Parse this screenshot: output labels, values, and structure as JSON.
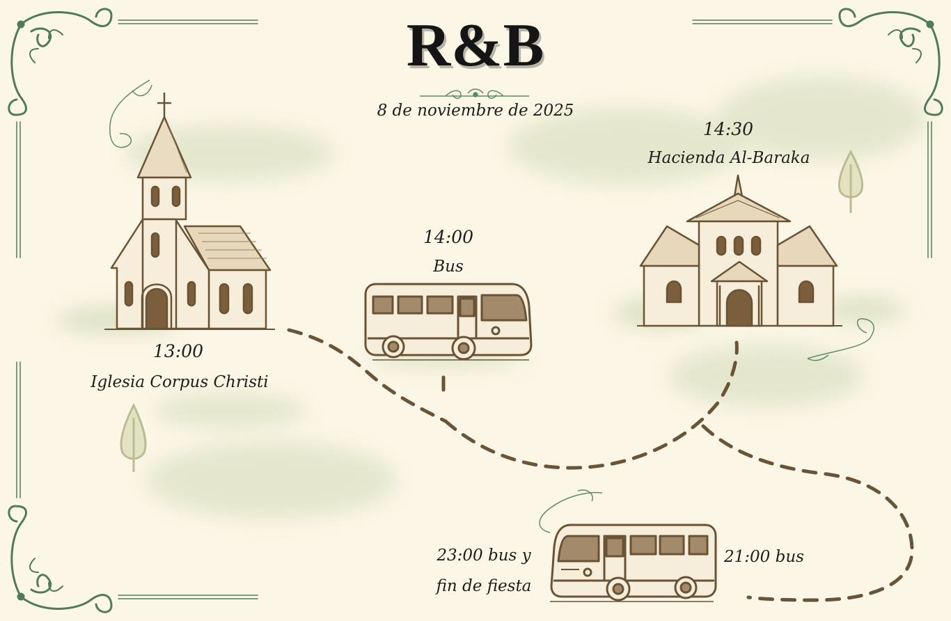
{
  "header": {
    "title": "R&B",
    "date": "8 de noviembre de 2025"
  },
  "stops": {
    "church": {
      "time": "13:00",
      "place": "Iglesia Corpus Christi"
    },
    "bus_1": {
      "time": "14:00",
      "place": "Bus"
    },
    "hacienda": {
      "time": "14:30",
      "place": "Hacienda Al-Baraka"
    },
    "bus_2": {
      "label": "21:00 bus"
    },
    "bus_3": {
      "line1": "23:00 bus y",
      "line2": "fin de fiesta"
    }
  },
  "colors": {
    "background": "#fbf6e6",
    "frame_green": "#4f7a5b",
    "sketch_brown": "#6a5235",
    "path_brown": "#6a5437",
    "wash_green": "#c8d4ad"
  }
}
